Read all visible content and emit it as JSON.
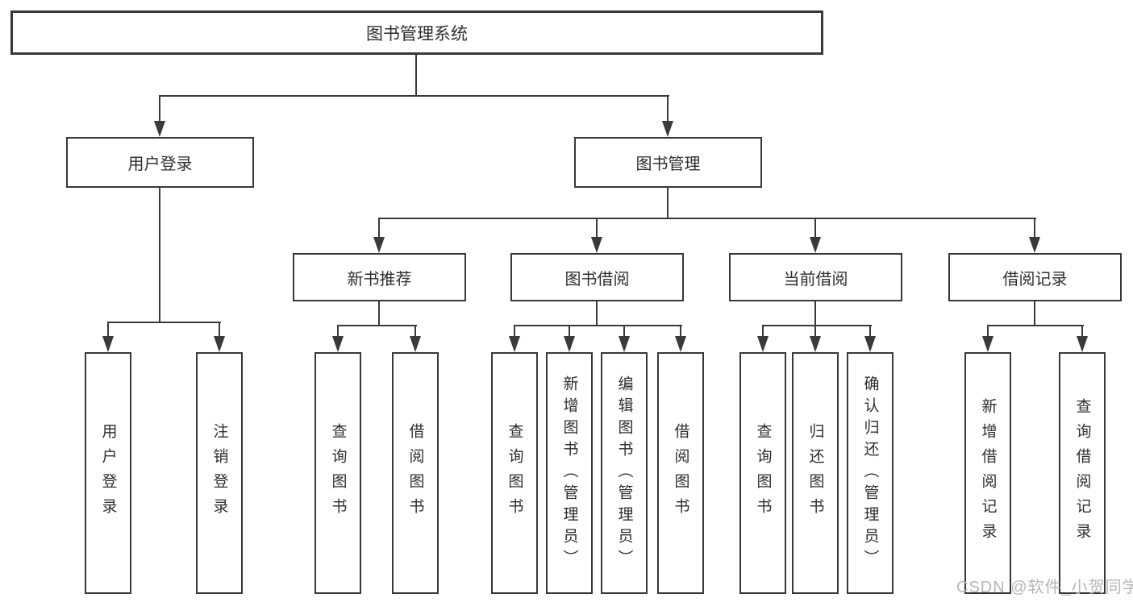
{
  "colors": {
    "background": "#ffffff",
    "line": "#3a3a3a",
    "box_border": "#383838",
    "text": "#2e2e2e",
    "watermark": "#b7b7b7"
  },
  "tree": {
    "root": {
      "label": "图书管理系统",
      "children": [
        {
          "label": "用户登录",
          "children": [
            {
              "label": "用户登录"
            },
            {
              "label": "注销登录"
            }
          ]
        },
        {
          "label": "图书管理",
          "children": [
            {
              "label": "新书推荐",
              "children": [
                {
                  "label": "查询图书"
                },
                {
                  "label": "借阅图书"
                }
              ]
            },
            {
              "label": "图书借阅",
              "children": [
                {
                  "label": "查询图书"
                },
                {
                  "label": "新增图书（管理员）"
                },
                {
                  "label": "编辑图书（管理员）"
                },
                {
                  "label": "借阅图书"
                }
              ]
            },
            {
              "label": "当前借阅",
              "children": [
                {
                  "label": "查询图书"
                },
                {
                  "label": "归还图书"
                },
                {
                  "label": "确认归还（管理员）"
                }
              ]
            },
            {
              "label": "借阅记录",
              "children": [
                {
                  "label": "新增借阅记录"
                },
                {
                  "label": "查询借阅记录"
                }
              ]
            }
          ]
        }
      ]
    }
  },
  "watermark": {
    "text": "CSDN @软件_小贺同学"
  }
}
